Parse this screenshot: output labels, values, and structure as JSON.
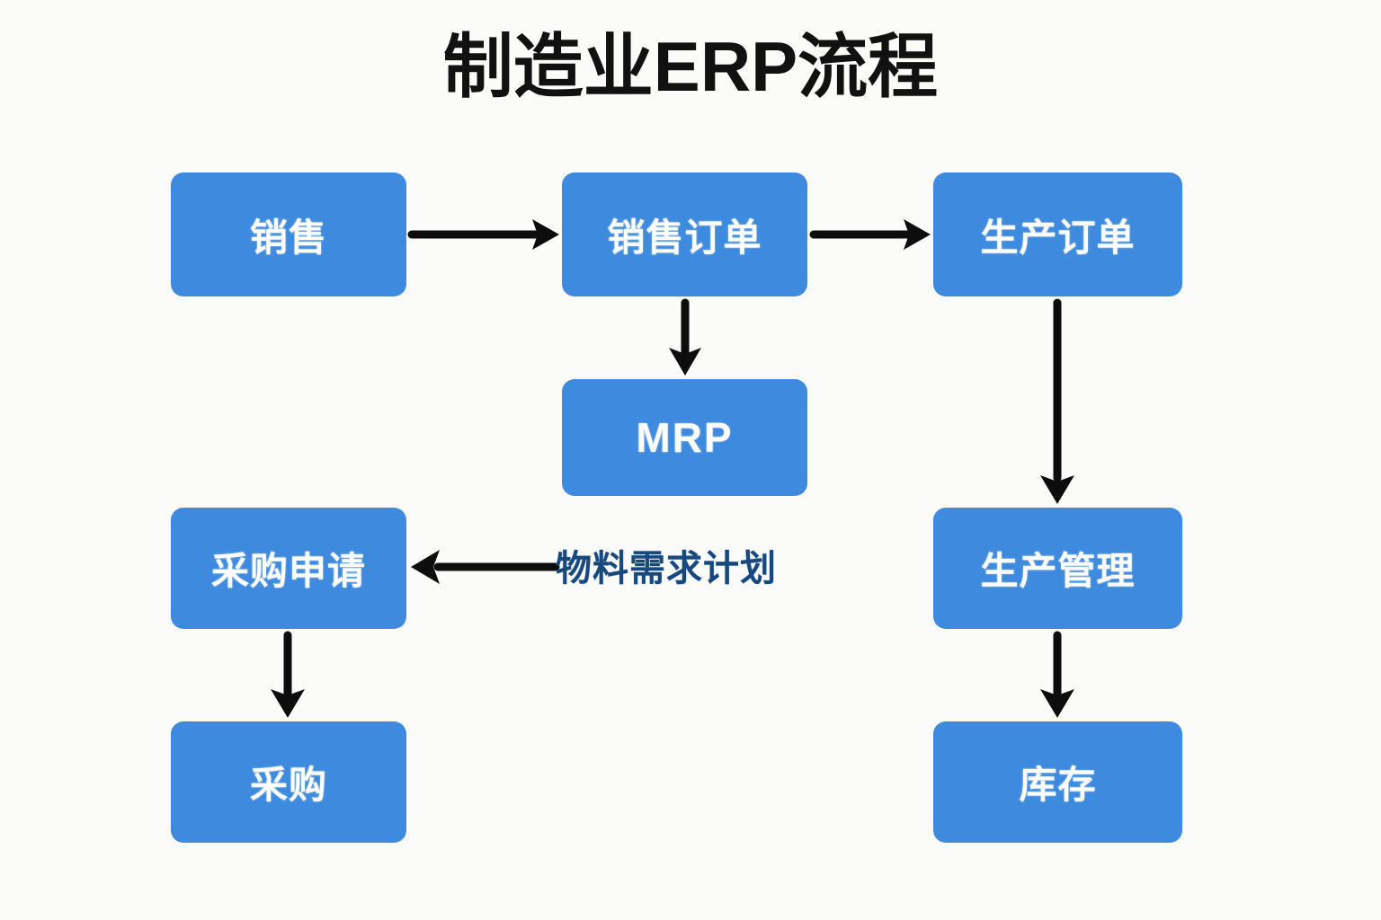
{
  "diagram": {
    "title": "制造业ERP流程",
    "background_color": "#fbfbfa",
    "node_fill_color": "#3d8ade",
    "node_text_color": "#ffffff",
    "edge_color": "#0d0d0d",
    "edge_label_color": "#17497f",
    "nodes": [
      {
        "id": "sales",
        "label": "销售"
      },
      {
        "id": "sales_order",
        "label": "销售订单"
      },
      {
        "id": "prod_order",
        "label": "生产订单"
      },
      {
        "id": "mrp",
        "label": "MRP"
      },
      {
        "id": "pur_req",
        "label": "采购申请"
      },
      {
        "id": "prod_mgmt",
        "label": "生产管理"
      },
      {
        "id": "purchase",
        "label": "采购"
      },
      {
        "id": "inventory",
        "label": "库存"
      }
    ],
    "edges": [
      {
        "id": "e1",
        "from": "sales",
        "to": "sales_order",
        "label": "",
        "direction": "right"
      },
      {
        "id": "e2",
        "from": "sales_order",
        "to": "prod_order",
        "label": "",
        "direction": "right"
      },
      {
        "id": "e3",
        "from": "sales_order",
        "to": "mrp",
        "label": "",
        "direction": "down"
      },
      {
        "id": "e4",
        "from": "mrp",
        "to": "pur_req",
        "label": "物料需求计划",
        "direction": "left"
      },
      {
        "id": "e5",
        "from": "pur_req",
        "to": "purchase",
        "label": "",
        "direction": "down"
      },
      {
        "id": "e6",
        "from": "prod_order",
        "to": "prod_mgmt",
        "label": "",
        "direction": "down"
      },
      {
        "id": "e7",
        "from": "prod_mgmt",
        "to": "inventory",
        "label": "",
        "direction": "down"
      }
    ]
  }
}
